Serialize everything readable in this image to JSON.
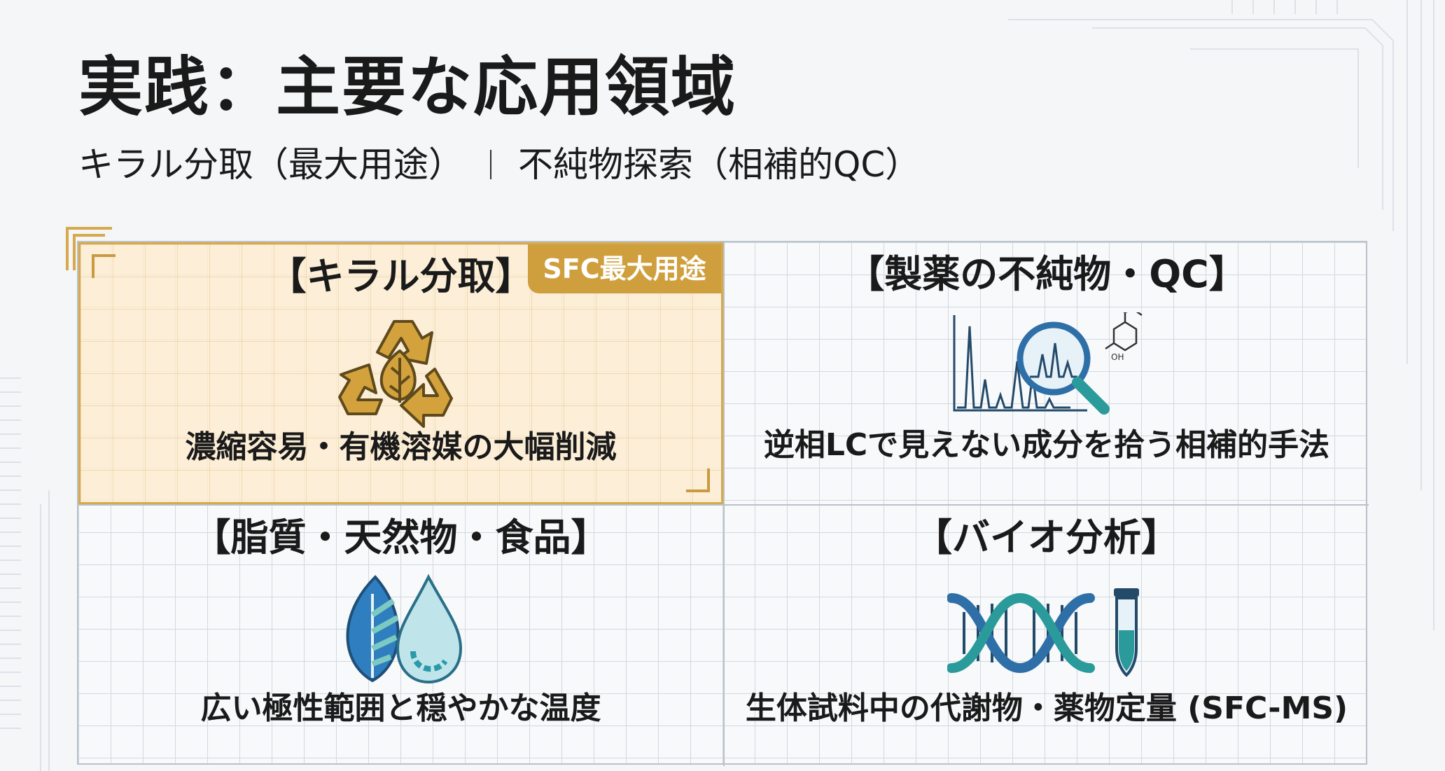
{
  "page": {
    "title": "実践：主要な応用領域",
    "subtitle_left": "キラル分取（最大用途）",
    "subtitle_right": "不純物探索（相補的QC）"
  },
  "cards": [
    {
      "title": "【キラル分取】",
      "badge": "SFC最大用途",
      "description": "濃縮容易・有機溶媒の大幅削減",
      "icon": "recycle-leaf-icon",
      "highlight": true
    },
    {
      "title": "【製薬の不純物・QC】",
      "description": "逆相LCで見えない成分を拾う相補的手法",
      "icon": "chromatogram-magnifier-icon",
      "molecule_label": "OH"
    },
    {
      "title": "【脂質・天然物・食品】",
      "description": "広い極性範囲と穏やかな温度",
      "icon": "leaf-droplet-icon"
    },
    {
      "title": "【バイオ分析】",
      "description": "生体試料中の代謝物・薬物定量 (SFC-MS)",
      "icon": "dna-tube-icon"
    }
  ],
  "colors": {
    "accent_gold": "#cf9f3d",
    "highlight_fill": "#fdecce",
    "icon_teal": "#2a9a9a",
    "icon_blue": "#2f6fa8",
    "icon_dark": "#244a6a",
    "grid_line": "#d3d9df"
  }
}
